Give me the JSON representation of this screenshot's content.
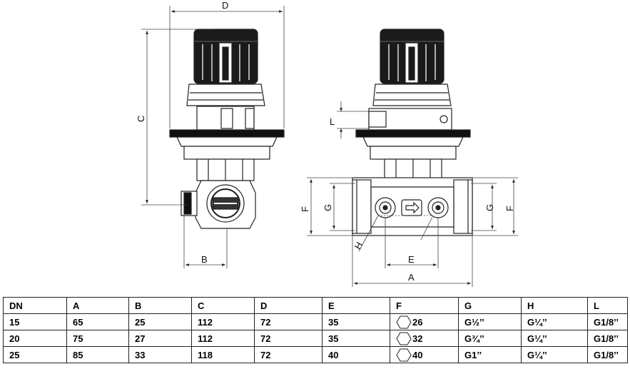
{
  "drawing": {
    "labels": {
      "D": "D",
      "C": "C",
      "B": "B",
      "L": "L",
      "F_left": "F",
      "G_left": "G",
      "H": "H",
      "E": "E",
      "A": "A",
      "G_right": "G",
      "F_right": "F"
    }
  },
  "table": {
    "headers": [
      "DN",
      "A",
      "B",
      "C",
      "D",
      "E",
      "F",
      "G",
      "H",
      "L"
    ],
    "rows": [
      {
        "DN": "15",
        "A": "65",
        "B": "25",
        "C": "112",
        "D": "72",
        "E": "35",
        "F": "26",
        "G": "G½’’",
        "H": "G¼’’",
        "L": "G1/8’’"
      },
      {
        "DN": "20",
        "A": "75",
        "B": "27",
        "C": "112",
        "D": "72",
        "E": "35",
        "F": "32",
        "G": "G¾’’",
        "H": "G¼’’",
        "L": "G1/8’’"
      },
      {
        "DN": "25",
        "A": "85",
        "B": "33",
        "C": "118",
        "D": "72",
        "E": "40",
        "F": "40",
        "G": "G1’’",
        "H": "G¼’’",
        "L": "G1/8’’"
      }
    ]
  }
}
